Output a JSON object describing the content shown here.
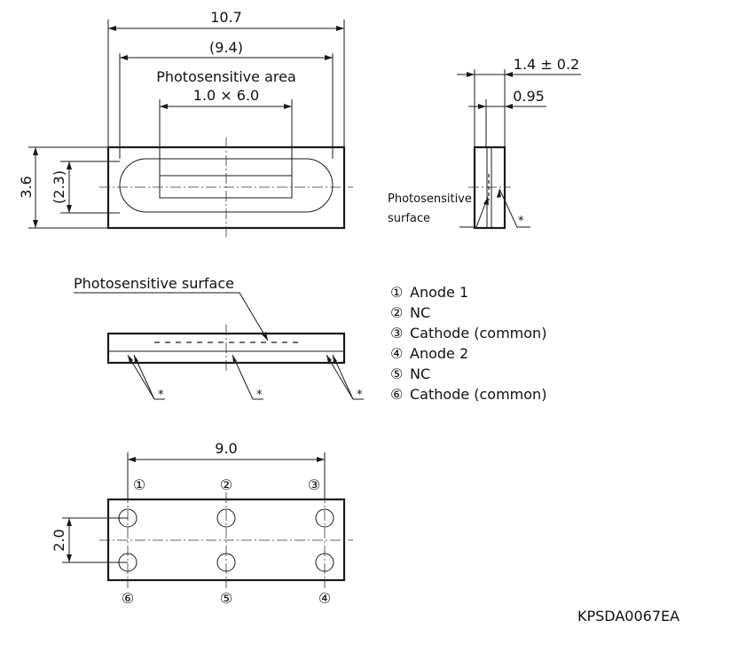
{
  "top_view": {
    "width_label": "10.7",
    "inner_width_label": "(9.4)",
    "area_title": "Photosensitive area",
    "area_size_label": "1.0 × 6.0",
    "height_label": "3.6",
    "inner_height_label": "(2.3)"
  },
  "side_view": {
    "thickness_label": "1.4 ± 0.2",
    "surface_depth_label": "0.95",
    "surface_label_line1": "Photosensitive",
    "surface_label_line2": "surface",
    "asterisk": "*"
  },
  "front_view": {
    "surface_label": "Photosensitive surface",
    "asterisk": "*"
  },
  "pin_list": [
    {
      "num": "①",
      "name": "Anode 1"
    },
    {
      "num": "②",
      "name": "NC"
    },
    {
      "num": "③",
      "name": "Cathode (common)"
    },
    {
      "num": "④",
      "name": "Anode 2"
    },
    {
      "num": "⑤",
      "name": "NC"
    },
    {
      "num": "⑥",
      "name": "Cathode (common)"
    }
  ],
  "bottom_view": {
    "pitch_label": "9.0",
    "row_gap_label": "2.0",
    "top_pins": [
      "①",
      "②",
      "③"
    ],
    "bottom_pins": [
      "⑥",
      "⑤",
      "④"
    ]
  },
  "drawing_code": "KPSDA0067EA"
}
